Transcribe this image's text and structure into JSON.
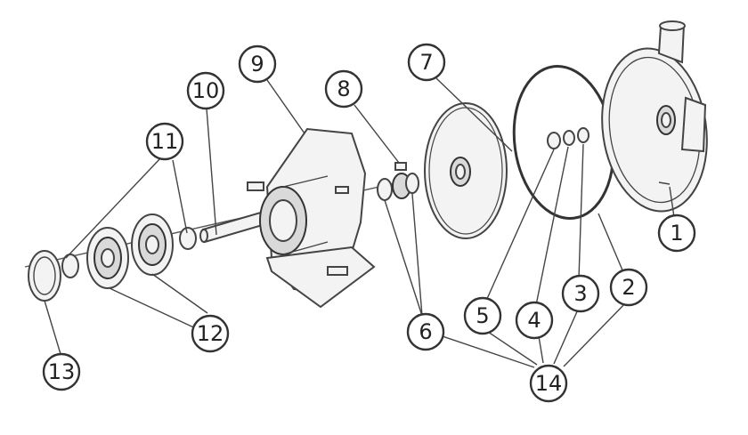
{
  "diagram": {
    "style": "exploded-view parts diagram",
    "line_color": "#444444",
    "background_color": "#ffffff",
    "callouts": [
      {
        "id": "c1",
        "label": "1"
      },
      {
        "id": "c2",
        "label": "2"
      },
      {
        "id": "c3",
        "label": "3"
      },
      {
        "id": "c4",
        "label": "4"
      },
      {
        "id": "c5",
        "label": "5"
      },
      {
        "id": "c6",
        "label": "6"
      },
      {
        "id": "c7",
        "label": "7"
      },
      {
        "id": "c8",
        "label": "8"
      },
      {
        "id": "c9",
        "label": "9"
      },
      {
        "id": "c10",
        "label": "10"
      },
      {
        "id": "c11",
        "label": "11"
      },
      {
        "id": "c12",
        "label": "12"
      },
      {
        "id": "c13",
        "label": "13"
      },
      {
        "id": "c14",
        "label": "14"
      }
    ]
  }
}
